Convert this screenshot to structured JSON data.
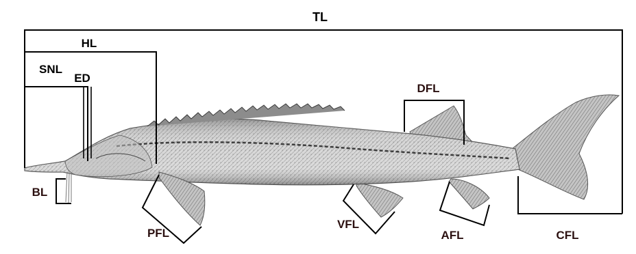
{
  "diagram": {
    "labels": {
      "tl": "TL",
      "hl": "HL",
      "snl": "SNL",
      "ed": "ED",
      "dfl": "DFL",
      "bl": "BL",
      "pfl": "PFL",
      "vfl": "VFL",
      "afl": "AFL",
      "cfl": "CFL"
    },
    "colors": {
      "ink": "#000000",
      "fish_light": "#d9d9d9",
      "fish_mid": "#a8a8a8",
      "fish_dark": "#5a5a5a"
    }
  }
}
